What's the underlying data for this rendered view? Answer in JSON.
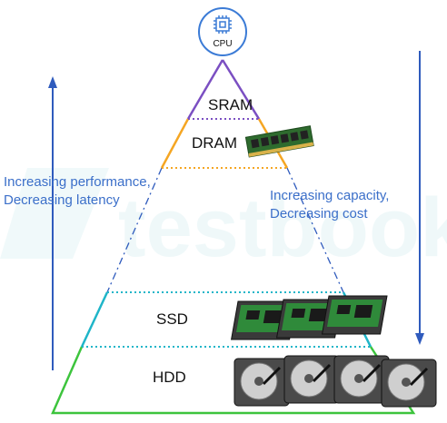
{
  "diagram": {
    "top": {
      "label": "CPU",
      "icon": "cpu-chip-icon"
    },
    "tiers": [
      {
        "label": "SRAM",
        "color": "#7b4fc2"
      },
      {
        "label": "DRAM",
        "color": "#f5a623"
      },
      {
        "label": "SSD",
        "color": "#1fb5c8"
      },
      {
        "label": "HDD",
        "color": "#3dc43d"
      }
    ],
    "left_note": "Increasing performance,\nDecreasing latency",
    "right_note": "Increasing capacity,\nDecreasing cost",
    "arrow_color": "#2f5bbd",
    "watermark": "testbook"
  }
}
